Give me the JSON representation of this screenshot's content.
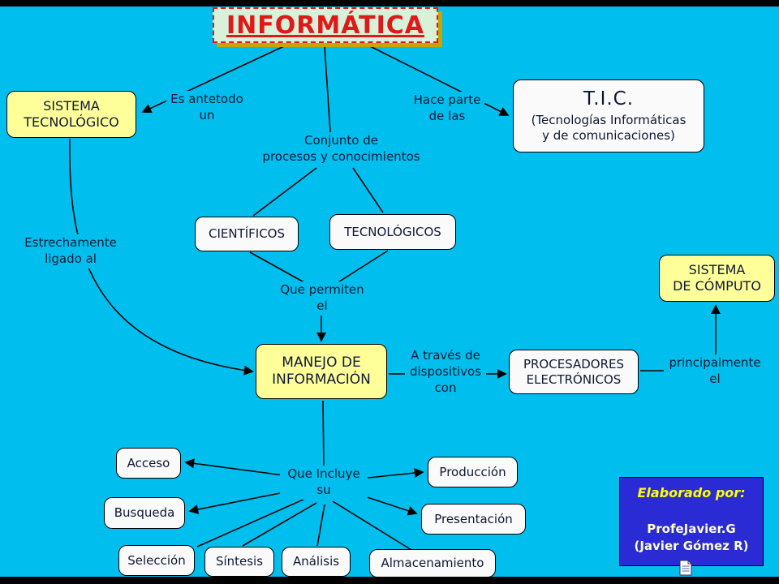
{
  "colors": {
    "background": "#00BFEF",
    "bar": "#000000",
    "line": "#000000",
    "node_yellow": "#FFFF99",
    "node_white": "#FAFAFA",
    "title_bg": "#D9F0D9",
    "title_text": "#E01818",
    "title_shadow": "#C9A400",
    "text": "#0F1833",
    "credit_bg": "#2B2BD6",
    "credit_title": "#FFFF00",
    "credit_text": "#FFFFCC"
  },
  "title": {
    "label": "INFORMÁTICA"
  },
  "nodes": {
    "sistema_tecnologico": {
      "label": "SISTEMA\nTECNOLÓGICO"
    },
    "tic": {
      "heading": "T.I.C.",
      "sub": "(Tecnologías Informáticas\ny de comunicaciones)"
    },
    "cientificos": {
      "label": "CIENTÍFICOS"
    },
    "tecnologicos": {
      "label": "TECNOLÓGICOS"
    },
    "manejo_informacion": {
      "label": "MANEJO DE\nINFORMACIÓN"
    },
    "procesadores_electronicos": {
      "label": "PROCESADORES\nELECTRÓNICOS"
    },
    "sistema_computo": {
      "label": "SISTEMA\nDE CÓMPUTO"
    },
    "acceso": {
      "label": "Acceso"
    },
    "busqueda": {
      "label": "Busqueda"
    },
    "seleccion": {
      "label": "Selección"
    },
    "sintesis": {
      "label": "Síntesis"
    },
    "analisis": {
      "label": "Análisis"
    },
    "almacenamiento": {
      "label": "Almacenamiento"
    },
    "produccion": {
      "label": "Producción"
    },
    "presentacion": {
      "label": "Presentación"
    }
  },
  "links": {
    "es_antetodo": "Es antetodo\nun",
    "hace_parte": "Hace parte\nde las",
    "conjunto": "Conjunto de\nprocesos y conocimientos",
    "estrechamente": "Estrechamente\nligado al",
    "que_permiten": "Que permiten\nel",
    "a_traves": "A través de\ndispositivos\ncon",
    "principalmente": "principalmente\nel",
    "que_incluye": "Que Incluye\nsu"
  },
  "credit": {
    "heading": "Elaborado por:",
    "line1": "ProfeJavier.G",
    "line2": "(Javier Gómez R)"
  }
}
